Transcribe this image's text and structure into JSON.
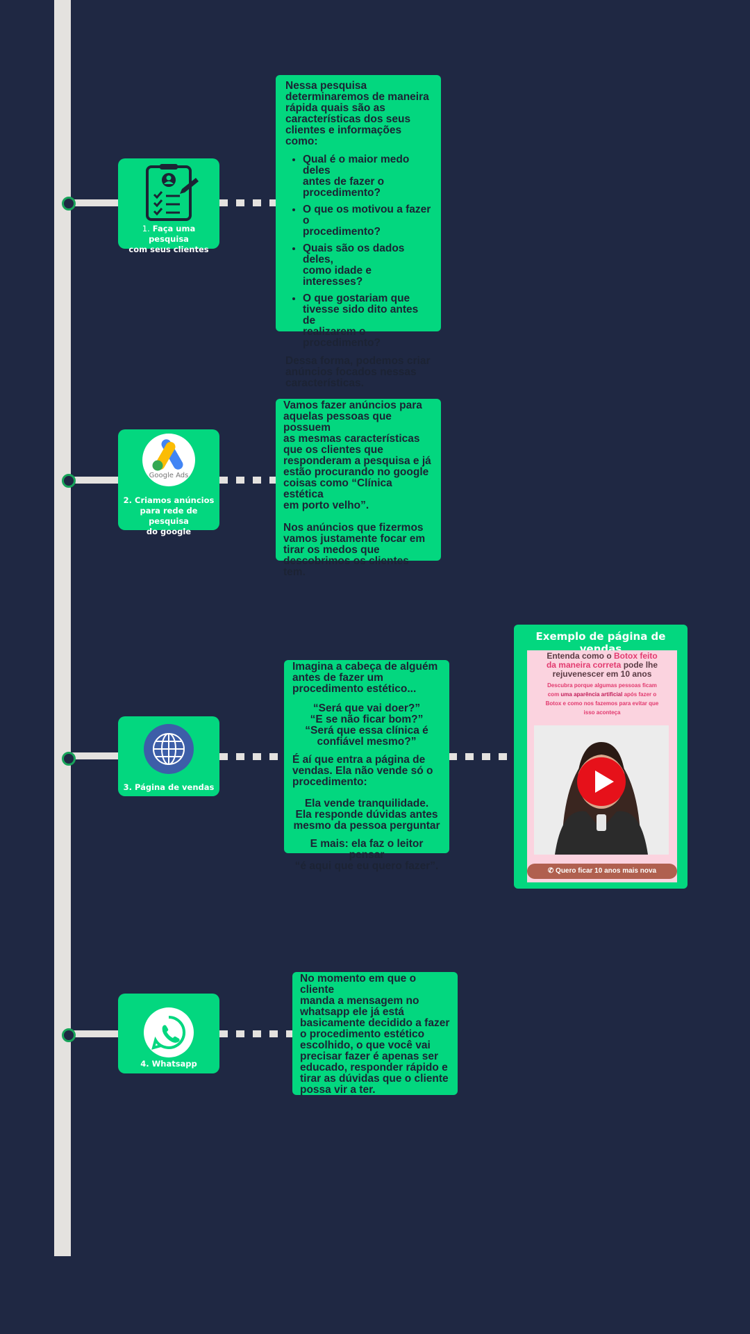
{
  "colors": {
    "background": "#1f2843",
    "accent": "#03d77f",
    "rail": "#e4e2df",
    "node_ring": "#18a45a"
  },
  "steps": [
    {
      "icon": "clipboard-checklist-icon",
      "label_num": "1.",
      "label": "Faça uma pesquisa\ncom seus clientes",
      "info": {
        "intro": "Nessa pesquisa\ndeterminaremos de maneira\nrápida quais são as\ncaracterísticas dos seus\nclientes e informações como:",
        "bullets": [
          "Qual é o maior medo deles\nantes de fazer o\nprocedimento?",
          "O que os motivou a fazer o\nprocedimento?",
          "Quais são os dados deles,\ncomo idade e interesses?",
          "O que gostariam que\ntivesse sido dito antes de\nrealizarem o\nprocedimento?"
        ],
        "outro": "Dessa forma, podemos criar\nanúncios focados nessas\ncaracterísticas."
      }
    },
    {
      "icon": "google-ads-logo-icon",
      "logo_text": "Google Ads",
      "label": "2. Criamos anúncios\npara rede de pesquisa\ndo google",
      "info": {
        "p1": "Vamos fazer anúncios para\naquelas pessoas que possuem\nas mesmas características\nque os clientes que\nresponderam a pesquisa e já\nestão procurando no google\ncoisas como “Clínica estética\nem porto velho”.",
        "p2": "Nos anúncios que fizermos\nvamos justamente focar em\ntirar os medos que\ndescobrimos os clientes tem."
      }
    },
    {
      "icon": "globe-icon",
      "label": "3. Página de vendas",
      "info": {
        "p1": "Imagina a cabeça de alguém\nantes de fazer um\nprocedimento estético...",
        "quotes": "“Será que vai doer?”\n“E se não ficar bom?”\n“Será que essa clínica é\nconfiável mesmo?”",
        "p2": "É aí que entra a página de\nvendas. Ela não vende só o\nprocedimento:",
        "p3": "Ela vende tranquilidade.\nEla responde dúvidas antes\nmesmo da pessoa perguntar",
        "p4": "E mais: ela faz o leitor pensar\n“é aqui que eu quero fazer”."
      },
      "example": {
        "title": "Exemplo de página de vendas",
        "headline_1": "Entenda como o ",
        "headline_hl": "Botox feito\nda maneira correta",
        "headline_2": " pode lhe\nrejuvenescer em 10 anos",
        "sub_1": "Descubra porque algumas pessoas ficam\ncom ",
        "sub_hl": "uma aparência artificial",
        "sub_2": " após fazer o\nBotox e como nos fazemos para evitar que\nisso aconteça",
        "video_icon": "youtube-play-icon",
        "cta_icon": "whatsapp-icon",
        "cta": "Quero ficar 10 anos mais nova"
      }
    },
    {
      "icon": "whatsapp-icon",
      "label": "4. Whatsapp",
      "info": {
        "p1": "No momento em que o cliente\nmanda a mensagem no\nwhatsapp ele já está\nbasicamente decidido a fazer\no procedimento estético\nescolhido, o que você vai\nprecisar fazer é apenas ser\neducado, responder rápido e\ntirar as dúvidas que o cliente\npossa vir a ter."
      }
    }
  ]
}
